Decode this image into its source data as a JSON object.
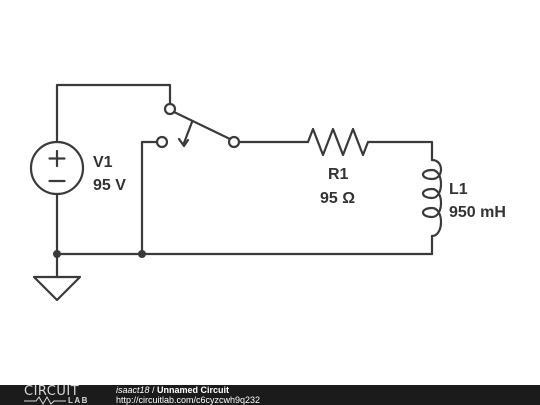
{
  "components": {
    "source": {
      "name": "V1",
      "value": "95 V"
    },
    "resistor": {
      "name": "R1",
      "value": "95 Ω"
    },
    "inductor": {
      "name": "L1",
      "value": "950 mH"
    }
  },
  "footer": {
    "logo_top": "CIRCUIT",
    "logo_bottom": "LAB",
    "username": "isaact18",
    "separator": " / ",
    "circuit_title": "Unnamed Circuit",
    "url": "http://circuitlab.com/c6cyzcwh9q232"
  },
  "colors": {
    "wire": "#3a3a3a",
    "footer_background": "#1b1b1b"
  }
}
